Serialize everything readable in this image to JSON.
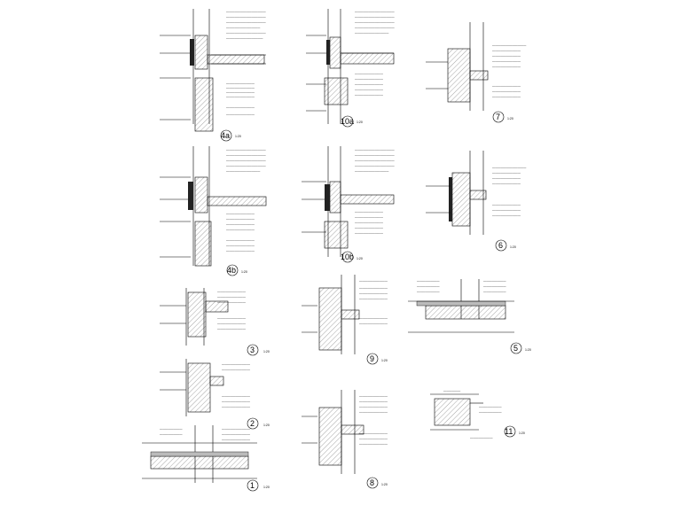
{
  "sheet": {
    "details": [
      {
        "id": "d4a",
        "label": "4a",
        "scale": "1:20"
      },
      {
        "id": "d10a",
        "label": "10a",
        "scale": "1:20"
      },
      {
        "id": "d7",
        "label": "7",
        "scale": "1:20"
      },
      {
        "id": "d4b",
        "label": "4b",
        "scale": "1:20"
      },
      {
        "id": "d10b",
        "label": "10b",
        "scale": "1:20"
      },
      {
        "id": "d6",
        "label": "6",
        "scale": "1:20"
      },
      {
        "id": "d3",
        "label": "3",
        "scale": "1:20"
      },
      {
        "id": "d9",
        "label": "9",
        "scale": "1:20"
      },
      {
        "id": "d5",
        "label": "5",
        "scale": "1:20"
      },
      {
        "id": "d2",
        "label": "2",
        "scale": "1:20"
      },
      {
        "id": "d11",
        "label": "11",
        "scale": "1:20"
      },
      {
        "id": "d1",
        "label": "1",
        "scale": "1:20"
      },
      {
        "id": "d8",
        "label": "8",
        "scale": "1:20"
      }
    ]
  }
}
